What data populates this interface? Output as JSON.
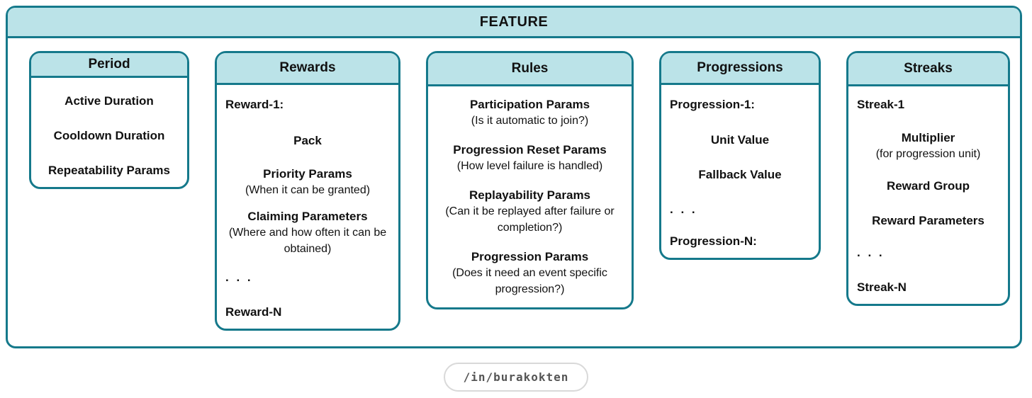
{
  "feature": {
    "title": "FEATURE"
  },
  "cards": [
    {
      "title": "Period",
      "items": [
        "Active Duration",
        "Cooldown Duration",
        "Repeatability Params"
      ]
    },
    {
      "title": "Rewards",
      "items": [
        "Reward-1:",
        "Pack",
        "Priority Params",
        "(When it can be granted)",
        "Claiming Parameters",
        "(Where and how often it can be obtained)",
        ". . .",
        "Reward-N"
      ]
    },
    {
      "title": "Rules",
      "items": [
        "Participation Params",
        "(Is it automatic to join?)",
        "Progression Reset Params",
        "(How level failure is handled)",
        "Replayability Params",
        "(Can it be replayed after failure or completion?)",
        "Progression Params",
        "(Does it need an event specific progression?)"
      ]
    },
    {
      "title": "Progressions",
      "items": [
        "Progression-1:",
        "Unit Value",
        "Fallback Value",
        ". . .",
        "Progression-N:"
      ]
    },
    {
      "title": "Streaks",
      "items": [
        "Streak-1",
        "Multiplier",
        "(for progression unit)",
        "Reward Group",
        "Reward Parameters",
        ". . .",
        "Streak-N"
      ]
    }
  ],
  "footer": {
    "handle": "/in/burakokten"
  },
  "colors": {
    "border_teal": "#15798b",
    "header_fill": "#bbe3e8",
    "text": "#111111",
    "badge_text": "#555555",
    "badge_border": "#d9d9d9"
  }
}
